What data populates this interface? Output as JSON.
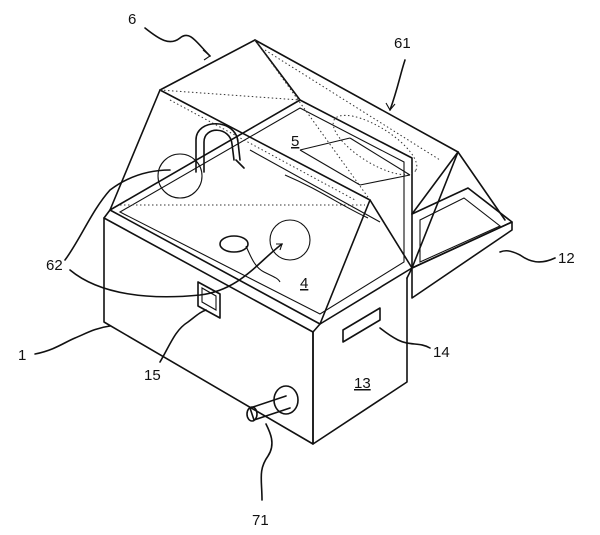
{
  "figure": {
    "labels": {
      "l1": "1",
      "l4": "4",
      "l5": "5",
      "l6": "6",
      "l12": "12",
      "l13": "13",
      "l14": "14",
      "l15": "15",
      "l61": "61",
      "l62": "62",
      "l71": "71"
    }
  }
}
